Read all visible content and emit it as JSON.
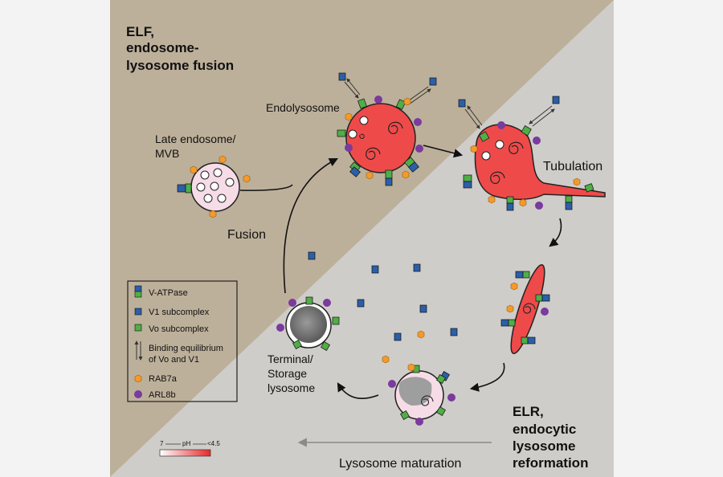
{
  "elf_title": [
    "ELF,",
    "endosome-",
    "lysosome fusion"
  ],
  "elr_title": [
    "ELR,",
    "endocytic",
    "lysosome",
    "reformation"
  ],
  "labels": {
    "late_endosome": [
      "Late endosome/",
      "MVB"
    ],
    "endolysosome": "Endolysosome",
    "tubulation": "Tubulation",
    "fusion": "Fusion",
    "terminal": [
      "Terminal/",
      "Storage",
      "lysosome"
    ],
    "maturation": "Lysosome maturation"
  },
  "legend": {
    "vatpase": "V-ATPase",
    "v1": "V1 subcomplex",
    "vo": "Vo subcomplex",
    "equilibrium": [
      "Binding equilibrium",
      "of Vo and V1"
    ],
    "rab7a": "RAB7a",
    "arl8b": "ARL8b"
  },
  "ph_scale": {
    "left": "7",
    "mid": "pH",
    "right": "<4.5"
  },
  "colors": {
    "elf_bg": "#bdb09a",
    "elr_bg": "#cfcdc9",
    "lysosome_red": "#ef4a4a",
    "late_endosome_fill": "#f6dce6",
    "rab7a": "#f39a2b",
    "arl8b": "#7a3a9e",
    "v1": "#2b5fa8",
    "vo": "#4fae46"
  }
}
